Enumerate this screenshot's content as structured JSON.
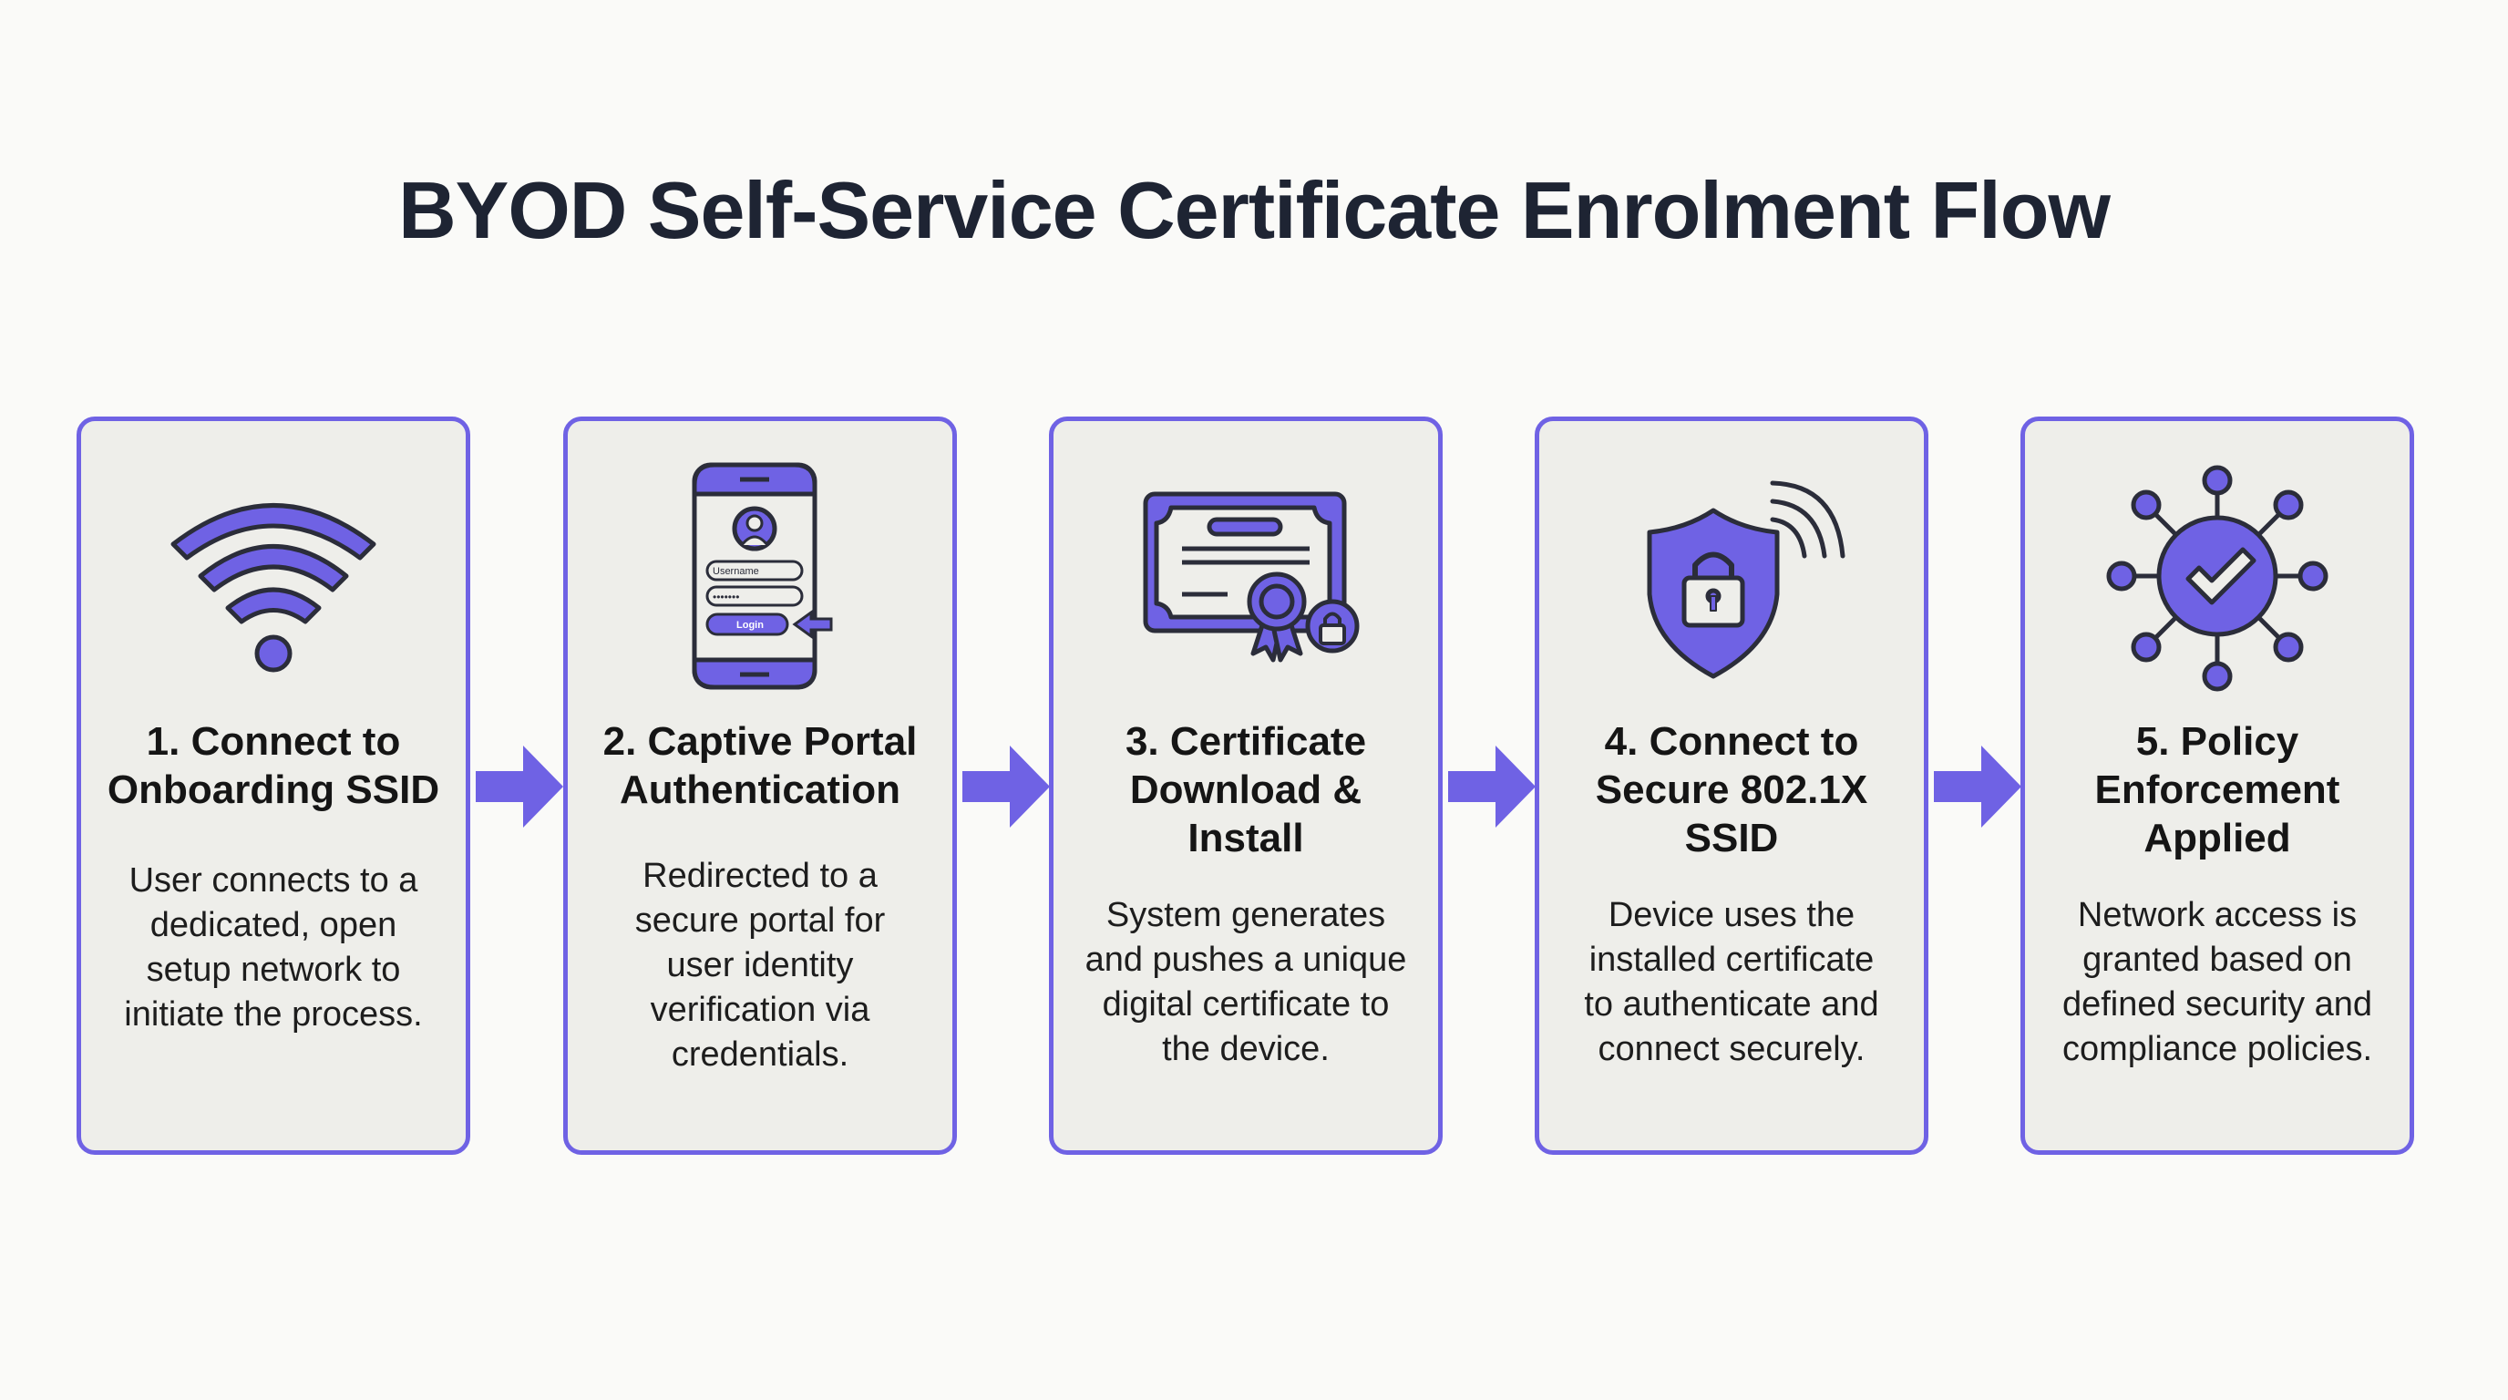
{
  "title": "BYOD Self-Service Certificate Enrolment Flow",
  "colors": {
    "accent": "#6f62e4",
    "card_bg": "#eeeeea",
    "text": "#1e2433",
    "outline": "#2b2d3a"
  },
  "steps": [
    {
      "icon": "wifi-icon",
      "title_lines": [
        "1. Connect to",
        "Onboarding SSID"
      ],
      "desc_lines": [
        "User connects to a",
        "dedicated, open",
        "setup network to",
        "initiate the process."
      ]
    },
    {
      "icon": "smartphone-login-icon",
      "title_lines": [
        "2. Captive Portal",
        "Authentication"
      ],
      "desc_lines": [
        "Redirected to a",
        "secure portal for",
        "user identity",
        "verification via",
        "credentials."
      ],
      "icon_labels": {
        "username": "Username",
        "password": "•••••••",
        "login": "Login"
      }
    },
    {
      "icon": "certificate-lock-icon",
      "title_lines": [
        "3. Certificate",
        "Download &",
        "Install"
      ],
      "desc_lines": [
        "System generates",
        "and pushes a unique",
        "digital certificate to",
        "the device."
      ]
    },
    {
      "icon": "shield-lock-signal-icon",
      "title_lines": [
        "4. Connect to",
        "Secure 802.1X",
        "SSID"
      ],
      "desc_lines": [
        "Device uses the",
        "installed certificate",
        "to authenticate and",
        "connect securely."
      ]
    },
    {
      "icon": "network-check-icon",
      "title_lines": [
        "5. Policy",
        "Enforcement",
        "Applied"
      ],
      "desc_lines": [
        "Network access is",
        "granted based on",
        "defined security and",
        "compliance policies."
      ]
    }
  ]
}
